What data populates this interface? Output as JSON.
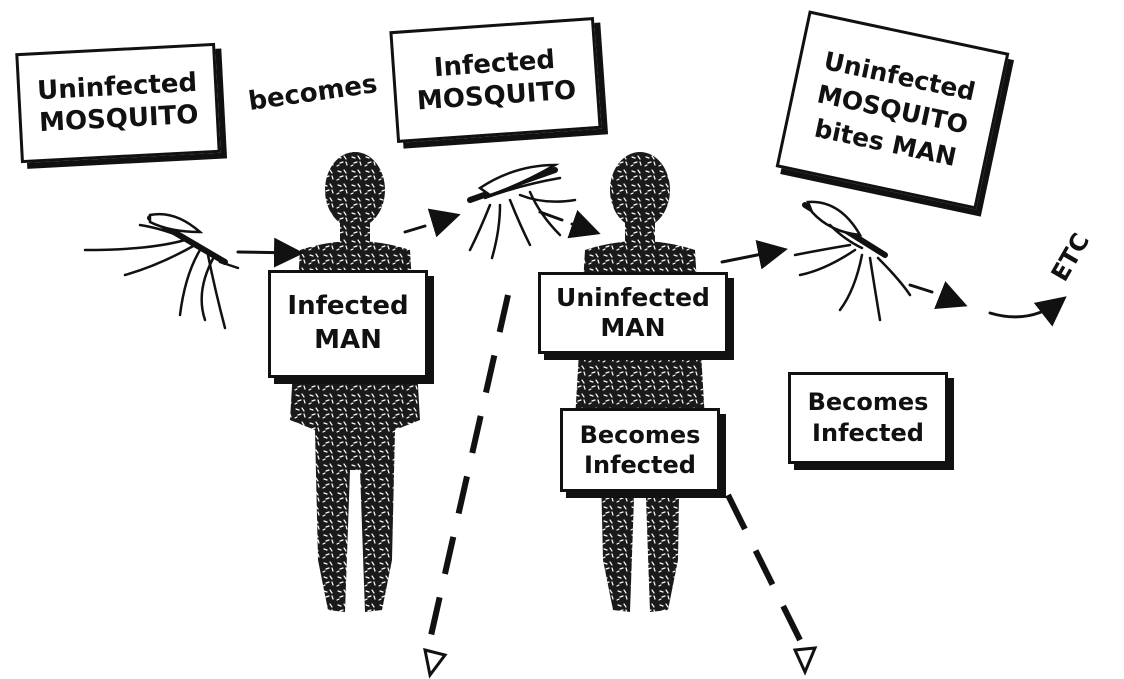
{
  "diagram": {
    "labels": {
      "uninfected_mosquito": [
        "Uninfected",
        "MOSQUITO"
      ],
      "becomes": "becomes",
      "infected_mosquito": [
        "Infected",
        "MOSQUITO"
      ],
      "bites_man": [
        "Uninfected",
        "MOSQUITO",
        "bites MAN"
      ],
      "infected_man": [
        "Infected",
        "MAN"
      ],
      "uninfected_man": [
        "Uninfected",
        "MAN"
      ],
      "becomes_infected_body": [
        "Becomes",
        "Infected"
      ],
      "becomes_infected_side": [
        "Becomes",
        "Infected"
      ],
      "etc": "ETC"
    },
    "colors": {
      "ink": "#111111",
      "paper": "#ffffff"
    }
  }
}
